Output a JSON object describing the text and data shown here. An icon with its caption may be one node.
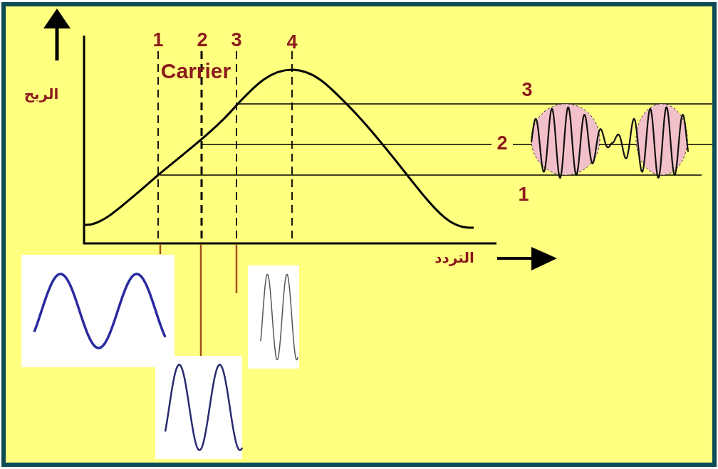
{
  "diagram": {
    "labels": [
      "1",
      "2",
      "3",
      "4",
      "Carrier",
      "3",
      "الربح",
      "2",
      "1",
      "التردد"
    ]
  }
}
